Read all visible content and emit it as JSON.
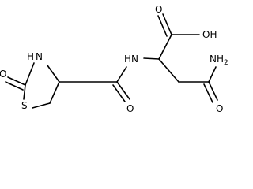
{
  "molecule": {
    "atoms": {
      "ring_oxo_o": "O",
      "ring_nh": "H",
      "ring_nh_n": "N",
      "ring_s": "S",
      "amide_nh": "HN",
      "acid_oh": "OH",
      "acid_o": "O",
      "amide_c_o": "O",
      "nh2": "NH",
      "nh2_sub": "2",
      "terminal_o": "O"
    }
  }
}
